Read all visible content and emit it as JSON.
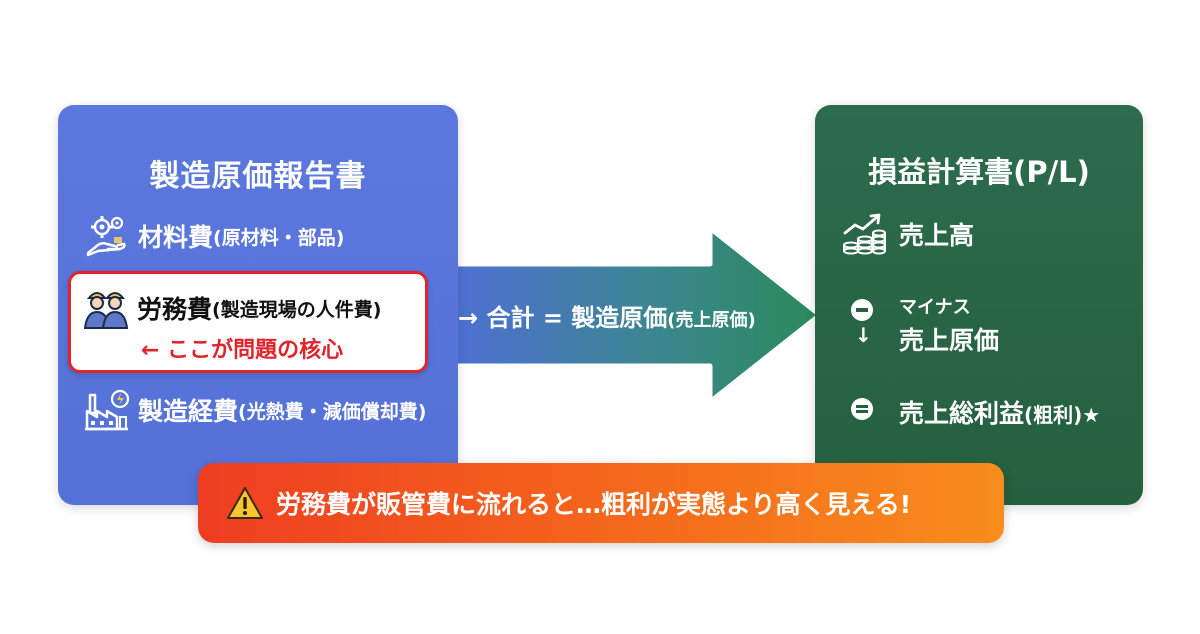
{
  "left_panel": {
    "title": "製造原価報告書",
    "material": {
      "main": "材料費",
      "sub": "(原材料・部品)",
      "icon": "gears-hand-icon"
    },
    "labor": {
      "main": "労務費",
      "sub": "(製造現場の人件費)",
      "note": "← ここが問題の核心",
      "icon": "workers-icon"
    },
    "overhead": {
      "main": "製造経費",
      "sub": "(光熱費・減価償却費)",
      "icon": "factory-icon"
    }
  },
  "arrow": {
    "main": "→ 合計 = 製造原価",
    "sub": "(売上原価)"
  },
  "right_panel": {
    "title": "損益計算書(P/L)",
    "sales": "売上高",
    "minus_label": "マイナス",
    "down_arrow": "↓",
    "cogs": "売上原価",
    "gross_main": "売上総利益",
    "gross_sub": "(粗利)★"
  },
  "warning": {
    "text": "労務費が販管費に流れると…粗利が実態より高く見える!",
    "icon": "warning-triangle-icon"
  },
  "colors": {
    "left_panel": "#5873da",
    "right_panel": "#28654a",
    "highlight_border": "#e0242c",
    "warning_start": "#ee3d22",
    "warning_end": "#f88d1d"
  }
}
